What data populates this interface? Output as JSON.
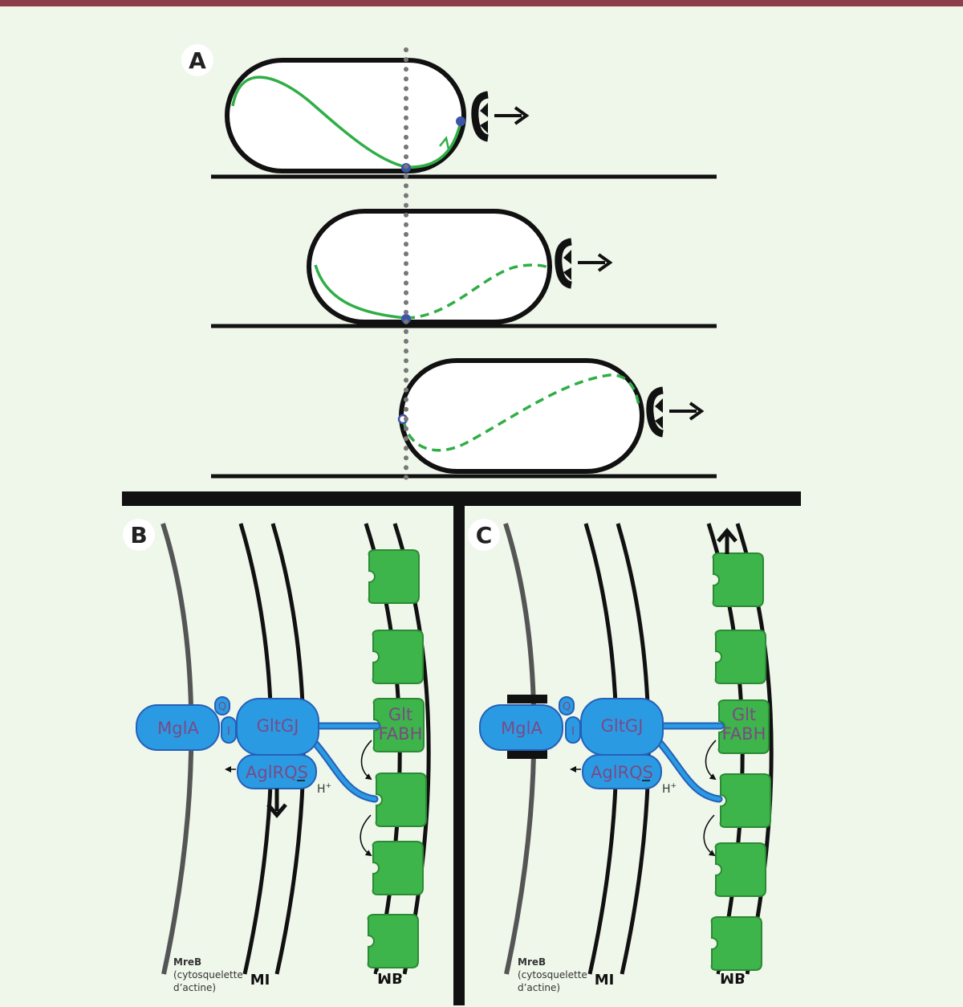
{
  "colors": {
    "background": "#eff6ea",
    "top_bar": "#8a3f4a",
    "protein_blue": "#2a9be3",
    "protein_blue_edge": "#2560b8",
    "protein_green": "#3db54a",
    "protein_green_edge": "#2b8a35",
    "track_green": "#2fae45",
    "focal_dot": "#3c55a8",
    "protein_label": "#7a4a86"
  },
  "panel_a": {
    "label": "A"
  },
  "panel_b": {
    "label": "B",
    "proteins": {
      "mgla": "MglA",
      "q": "Q",
      "i": "I",
      "gltgj": "GltGJ",
      "glt_fabh_line1": "Glt",
      "glt_fabh_line2": "FABH",
      "aglrqs": "AglRQS"
    },
    "proton": "H",
    "proton_sup": "+",
    "mreb_title": "MreB",
    "mreb_line2": "(cytosquelette",
    "mreb_line3": "d’actine)",
    "mi": "MI",
    "mb": "MB"
  },
  "panel_c": {
    "label": "C",
    "proteins": {
      "mgla": "MglA",
      "q": "Q",
      "i": "I",
      "gltgj": "GltGJ",
      "glt_fabh_line1": "Glt",
      "glt_fabh_line2": "FABH",
      "aglrqs": "AglRQS"
    },
    "proton": "H",
    "proton_sup": "+",
    "mreb_title": "MreB",
    "mreb_line2": "(cytosquelette",
    "mreb_line3": "d’actine)",
    "mi": "MI",
    "mb": "MB"
  }
}
